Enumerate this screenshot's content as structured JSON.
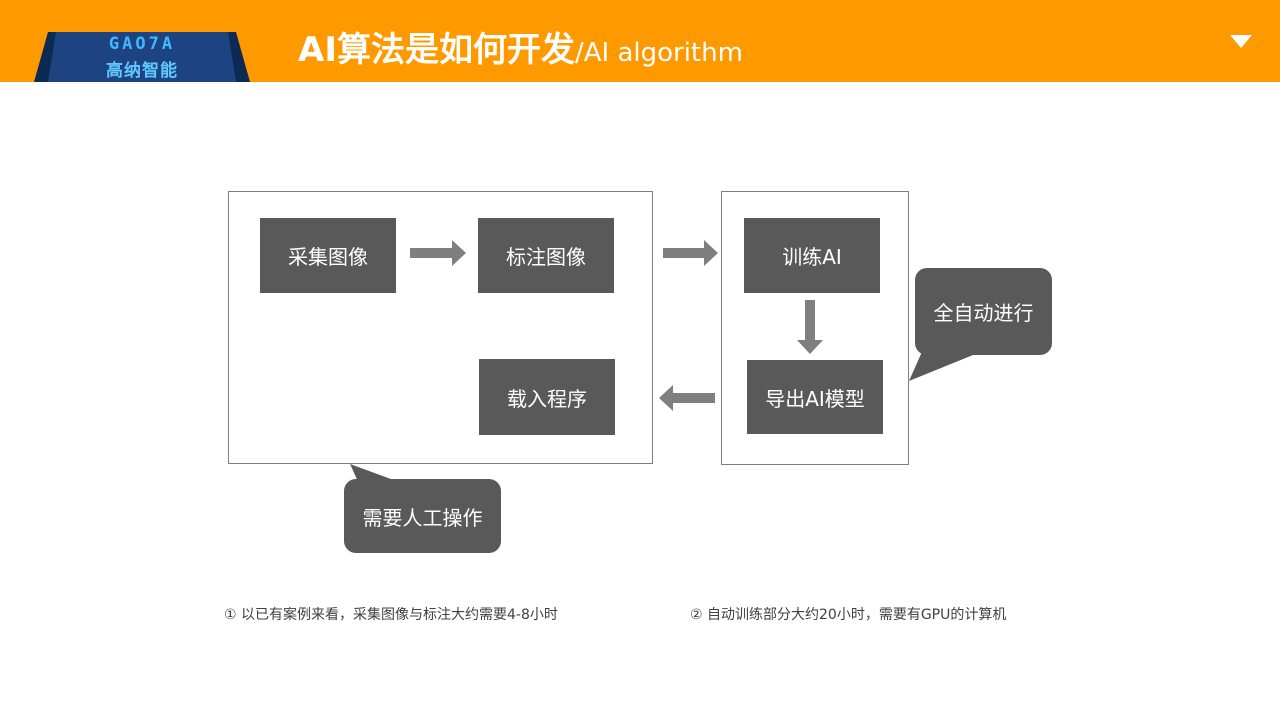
{
  "header": {
    "logo_top": "GAO7A",
    "logo_bottom": "高纳智能",
    "title_main": "AI算法是如何开发",
    "title_sub": "/AI algorithm",
    "menu_icon": "triangle-down-icon",
    "colors": {
      "bar": "#ff9900",
      "logo_bg": "#1d4480",
      "title_text": "#ffffff"
    }
  },
  "diagram": {
    "steps": {
      "collect": "采集图像",
      "annotate": "标注图像",
      "train": "训练AI",
      "export": "导出AI模型",
      "load": "载入程序"
    },
    "callouts": {
      "auto": "全自动进行",
      "manual": "需要人工操作"
    },
    "colors": {
      "box": "#595959",
      "arrow": "#7f7f7f",
      "frame": "#7f7f7f"
    }
  },
  "notes": {
    "note1": "① 以已有案例来看，采集图像与标注大约需要4-8小时",
    "note2": "② 自动训练部分大约20小时，需要有GPU的计算机"
  }
}
